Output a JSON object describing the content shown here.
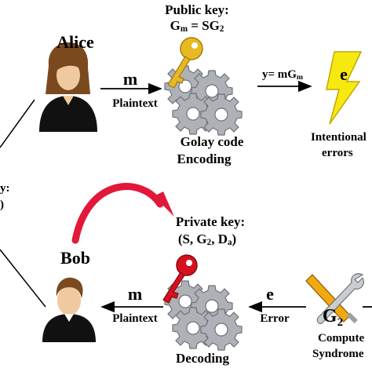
{
  "alice": {
    "name": "Alice"
  },
  "bob": {
    "name": "Bob"
  },
  "public_key": {
    "title": "Public key:",
    "formula_lhs": "G",
    "formula_lhs_sub": "m",
    "formula_rhs": " = SG",
    "formula_rhs_sub": "2"
  },
  "encoding": {
    "line1": "Golay code",
    "line2": "Encoding"
  },
  "top_arrow_m": {
    "symbol": "m",
    "caption": "Plaintext"
  },
  "cipher_arrow": {
    "text": "y= mG",
    "sub": "m"
  },
  "intentional_errors": {
    "line1": "Intentional",
    "line2": "errors",
    "icon_letter": "e"
  },
  "left_fragment": {
    "line1": "y:",
    "line2": ")"
  },
  "private_key": {
    "title": "Private key:",
    "open": "(S, G",
    "g_sub": "2",
    "mid": ", D",
    "d_sub": "a",
    "close": ")"
  },
  "decoding": {
    "label": "Decoding"
  },
  "bottom_arrow_m": {
    "symbol": "m",
    "caption": "Plaintext"
  },
  "error_arrow": {
    "symbol": "e",
    "caption": "Error"
  },
  "syndrome": {
    "icon_letter": "G",
    "icon_sub": "2",
    "line1": "Compute",
    "line2": "Syndrome"
  },
  "colors": {
    "key_gold": "#e8b923",
    "key_red": "#d6101d",
    "curve_red": "#e2183a",
    "bolt_yellow": "#f6e90f",
    "gear_grey": "#a9adb2",
    "skin": "#f1c9a1",
    "hair_brown": "#7a4a1e",
    "suit": "#111111"
  }
}
